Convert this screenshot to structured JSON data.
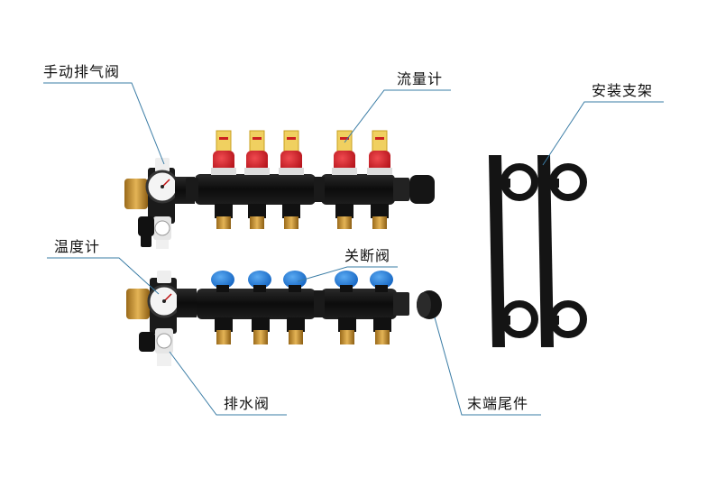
{
  "labels": {
    "manual_air_vent": "手动排气阀",
    "flow_meter": "流量计",
    "mounting_bracket": "安装支架",
    "thermometer": "温度计",
    "shutoff_valve": "关断阀",
    "drain_valve": "排水阀",
    "end_cap": "末端尾件"
  },
  "colors": {
    "body": "#141414",
    "brass": "#c9922e",
    "red_cap": "#d21a22",
    "blue_cap": "#1f7fe0",
    "flow_tube": "#f0d060",
    "leader_line": "#3a7ca5",
    "gauge_face": "#f4f4f4"
  }
}
